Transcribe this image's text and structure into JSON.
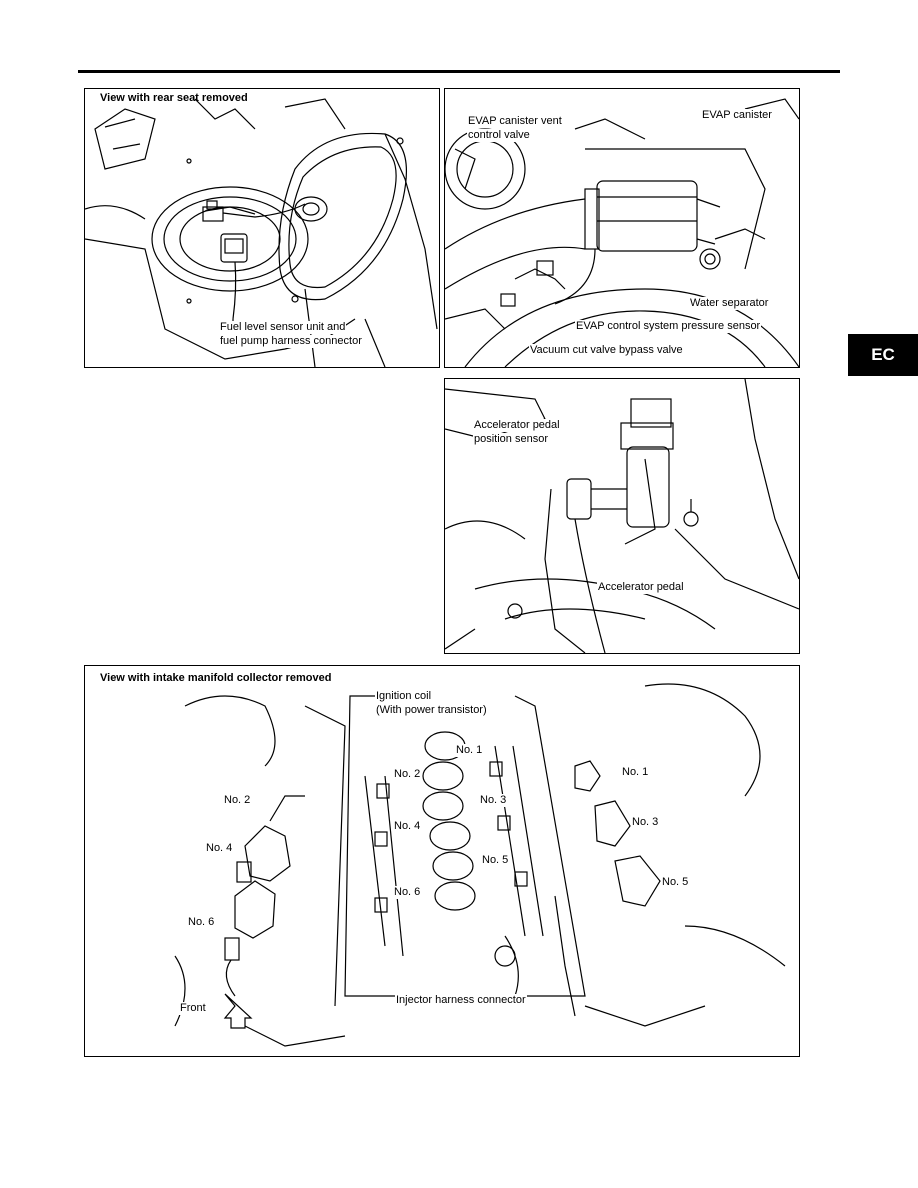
{
  "section_tab": "EC",
  "panel1": {
    "title": "View with rear seat removed",
    "callout_line1": "Fuel level sensor unit and",
    "callout_line2": "fuel pump harness connector"
  },
  "panel2": {
    "evap_canister": "EVAP canister",
    "vent_valve_line1": "EVAP canister vent",
    "vent_valve_line2": "control valve",
    "water_separator": "Water separator",
    "pressure_sensor": "EVAP control system pressure sensor",
    "vacuum_cut_valve": "Vacuum cut valve bypass valve"
  },
  "panel3": {
    "app_sensor_line1": "Accelerator pedal",
    "app_sensor_line2": "position sensor",
    "accelerator_pedal": "Accelerator pedal"
  },
  "panel4": {
    "title": "View with intake manifold collector removed",
    "ignition_coil_line1": "Ignition coil",
    "ignition_coil_line2": "(With power transistor)",
    "injector_connector": "Injector harness connector",
    "front": "Front",
    "no1": "No. 1",
    "no2": "No. 2",
    "no3": "No. 3",
    "no4": "No. 4",
    "no5": "No. 5",
    "no6": "No. 6"
  }
}
